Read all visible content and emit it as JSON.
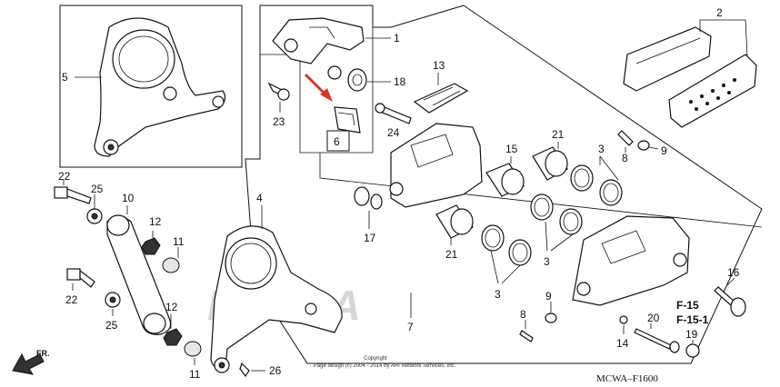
{
  "callouts": {
    "c1": "1",
    "c2": "2",
    "c3a": "3",
    "c3b": "3",
    "c3c": "3",
    "c5": "5",
    "c4": "4",
    "c6": "6",
    "c7": "7",
    "c8a": "8",
    "c8b": "8",
    "c9a": "9",
    "c9b": "9",
    "c10": "10",
    "c11a": "11",
    "c11b": "11",
    "c12a": "12",
    "c12b": "12",
    "c13": "13",
    "c14": "14",
    "c15": "15",
    "c16": "16",
    "c17": "17",
    "c18": "18",
    "c19": "19",
    "c20": "20",
    "c21a": "21",
    "c21b": "21",
    "c22a": "22",
    "c22b": "22",
    "c23": "23",
    "c24": "24",
    "c25a": "25",
    "c25b": "25",
    "c26": "26"
  },
  "refs": {
    "f15": "F-15",
    "f151": "F-15-1"
  },
  "front_label": "FR.",
  "diagram_code": "MCWA–F1600",
  "copyright": {
    "line1": "Copyright",
    "line2": "Page design (c) 2004 - 2014 by ARI Network Services, Inc."
  },
  "watermark": "HONDA",
  "icons": {
    "front_arrow": "arrow-left-down-icon",
    "red_arrow": "red-pointer-arrow"
  },
  "colors": {
    "line": "#111111",
    "watermark": "#d7d7d7",
    "pointer": "#d9342b"
  }
}
